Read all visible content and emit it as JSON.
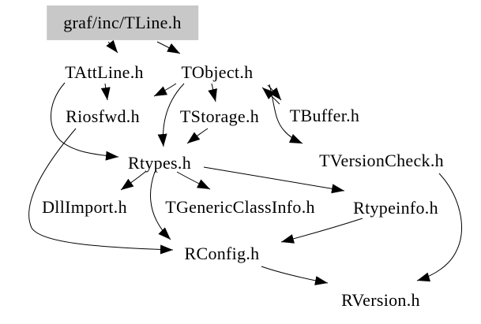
{
  "diagram": {
    "type": "include-dependency-graph",
    "root_label": "graf/inc/TLine.h",
    "colors": {
      "background": "#ffffff",
      "edge": "#000000",
      "text": "#000000",
      "root_node_fill": "#c8c8c8"
    },
    "nodes": [
      {
        "id": "tline",
        "label": "graf/inc/TLine.h",
        "highlighted": true
      },
      {
        "id": "tattline",
        "label": "TAttLine.h",
        "highlighted": false
      },
      {
        "id": "tobject",
        "label": "TObject.h",
        "highlighted": false
      },
      {
        "id": "riosfwd",
        "label": "Riosfwd.h",
        "highlighted": false
      },
      {
        "id": "tstorage",
        "label": "TStorage.h",
        "highlighted": false
      },
      {
        "id": "tbuffer",
        "label": "TBuffer.h",
        "highlighted": false
      },
      {
        "id": "rtypes",
        "label": "Rtypes.h",
        "highlighted": false
      },
      {
        "id": "tversioncheck",
        "label": "TVersionCheck.h",
        "highlighted": false
      },
      {
        "id": "dllimport",
        "label": "DllImport.h",
        "highlighted": false
      },
      {
        "id": "tgenericclassinfo",
        "label": "TGenericClassInfo.h",
        "highlighted": false
      },
      {
        "id": "rtypeinfo",
        "label": "Rtypeinfo.h",
        "highlighted": false
      },
      {
        "id": "rconfig",
        "label": "RConfig.h",
        "highlighted": false
      },
      {
        "id": "rversion",
        "label": "RVersion.h",
        "highlighted": false
      }
    ],
    "edges": [
      {
        "from": "tline",
        "to": "tattline"
      },
      {
        "from": "tline",
        "to": "tobject"
      },
      {
        "from": "tattline",
        "to": "riosfwd"
      },
      {
        "from": "tattline",
        "to": "rtypes"
      },
      {
        "from": "tobject",
        "to": "riosfwd"
      },
      {
        "from": "tobject",
        "to": "rtypes"
      },
      {
        "from": "tobject",
        "to": "tstorage"
      },
      {
        "from": "tobject",
        "to": "tbuffer"
      },
      {
        "from": "tbuffer",
        "to": "tobject"
      },
      {
        "from": "tobject",
        "to": "tversioncheck"
      },
      {
        "from": "tstorage",
        "to": "rtypes"
      },
      {
        "from": "rtypes",
        "to": "dllimport"
      },
      {
        "from": "rtypes",
        "to": "tgenericclassinfo"
      },
      {
        "from": "rtypes",
        "to": "rtypeinfo"
      },
      {
        "from": "rtypes",
        "to": "rconfig"
      },
      {
        "from": "riosfwd",
        "to": "rconfig"
      },
      {
        "from": "rtypeinfo",
        "to": "rconfig"
      },
      {
        "from": "rconfig",
        "to": "rversion"
      },
      {
        "from": "tversioncheck",
        "to": "rversion"
      }
    ]
  }
}
